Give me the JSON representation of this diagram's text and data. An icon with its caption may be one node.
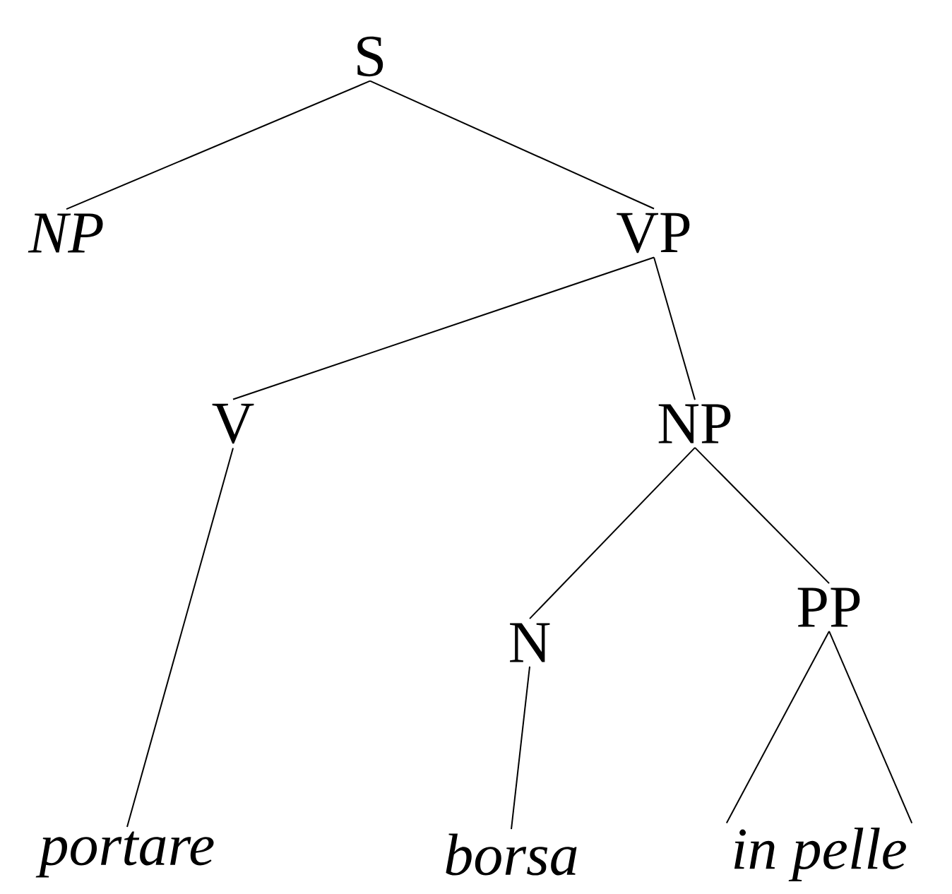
{
  "diagram": {
    "nodes": [
      {
        "text": [
          "S"
        ]
      },
      {
        "text": [
          "NP"
        ]
      },
      {
        "text": [
          "VP"
        ]
      },
      {
        "text": [
          "V"
        ]
      },
      {
        "text": [
          "NP"
        ]
      },
      {
        "text": [
          "N"
        ]
      },
      {
        "text": [
          "PP"
        ]
      },
      {
        "text": [
          "portare"
        ]
      },
      {
        "text": [
          "borsa"
        ]
      },
      {
        "text": [
          "in pelle"
        ]
      }
    ],
    "edges": [
      {
        "from": 0,
        "to": 1,
        "arrow": "none"
      },
      {
        "from": 0,
        "to": 2,
        "arrow": "none"
      },
      {
        "from": 2,
        "to": 3,
        "arrow": "none"
      },
      {
        "from": 2,
        "to": 4,
        "arrow": "none"
      },
      {
        "from": 3,
        "to": 7,
        "arrow": "none"
      },
      {
        "from": 4,
        "to": 5,
        "arrow": "none"
      },
      {
        "from": 4,
        "to": 6,
        "arrow": "none"
      },
      {
        "from": 5,
        "to": 8,
        "arrow": "none"
      },
      {
        "from": 6,
        "to": 9,
        "arrow": "none"
      },
      {
        "from": 6,
        "to": 9,
        "arrow": "none"
      }
    ]
  }
}
